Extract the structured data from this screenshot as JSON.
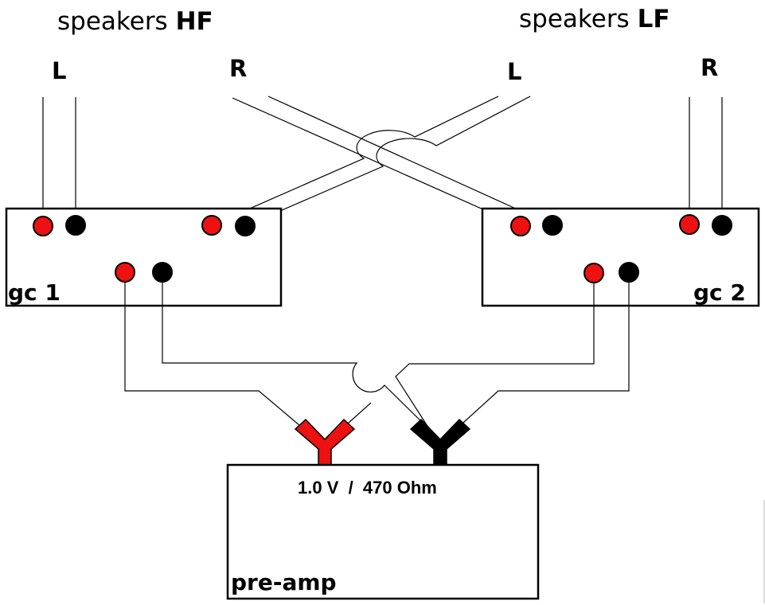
{
  "headers": {
    "hf": {
      "prefix": "speakers ",
      "suffix": "HF"
    },
    "lf": {
      "prefix": "speakers ",
      "suffix": "LF"
    }
  },
  "channels": {
    "hf_left": "L",
    "hf_right": "R",
    "lf_left": "L",
    "lf_right": "R"
  },
  "boxes": {
    "gc1": "gc 1",
    "gc2": "gc 2",
    "preamp": "pre-amp",
    "preamp_spec": "1.0 V  /  470 Ohm"
  },
  "colors": {
    "positive": "#ee1111",
    "negative": "#000000",
    "line": "#000000",
    "background": "#ffffff"
  }
}
